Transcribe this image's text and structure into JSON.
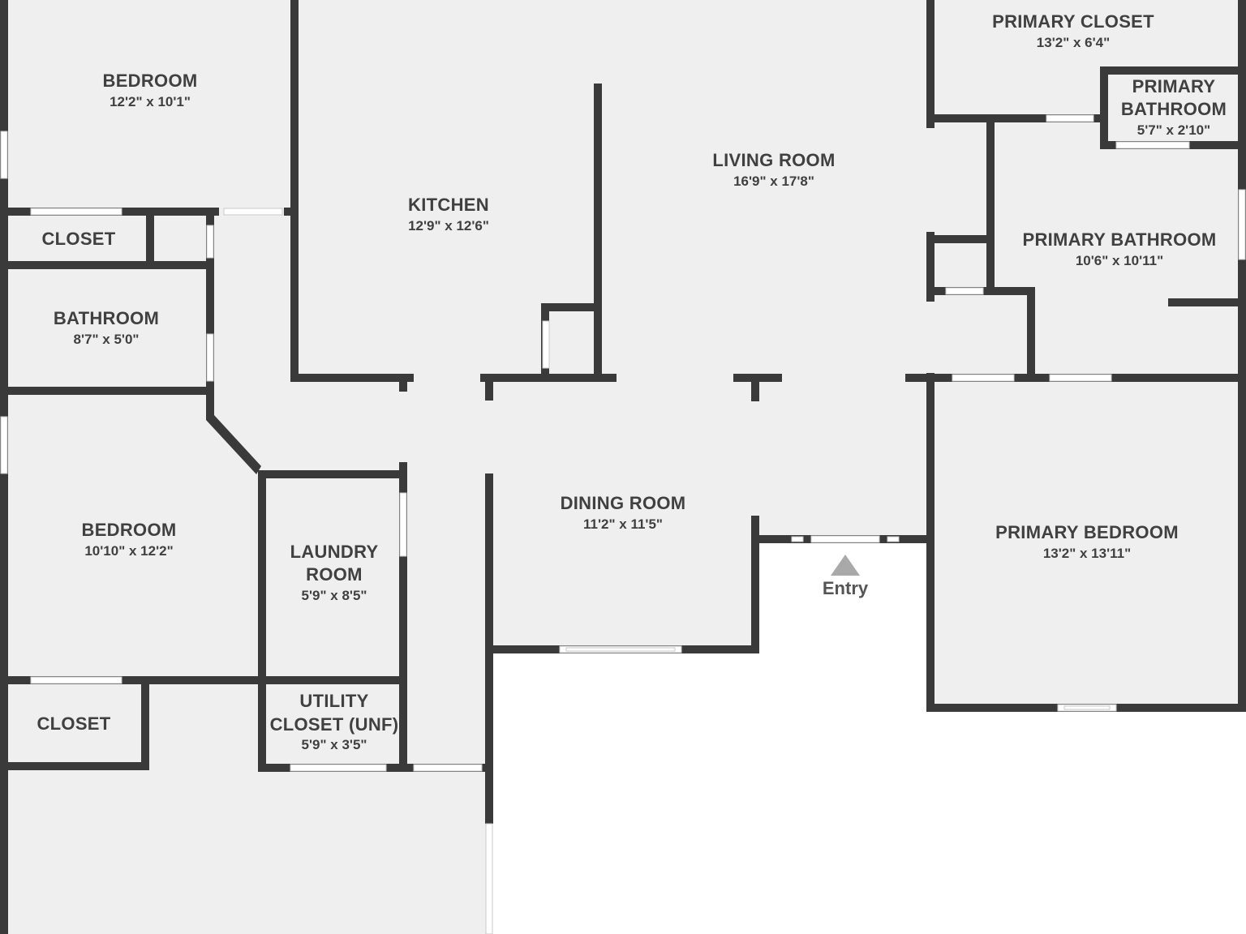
{
  "rooms": {
    "bedroom_top": {
      "name": "BEDROOM",
      "dims": "12'2\" x 10'1\""
    },
    "closet_top": {
      "name": "CLOSET"
    },
    "bathroom": {
      "name": "BATHROOM",
      "dims": "8'7\" x 5'0\""
    },
    "bedroom_mid": {
      "name": "BEDROOM",
      "dims": "10'10\" x 12'2\""
    },
    "closet_bottom": {
      "name": "CLOSET"
    },
    "kitchen": {
      "name": "KITCHEN",
      "dims": "12'9\" x 12'6\""
    },
    "living_room": {
      "name": "LIVING ROOM",
      "dims": "16'9\" x 17'8\""
    },
    "laundry_room": {
      "name_line1": "LAUNDRY",
      "name_line2": "ROOM",
      "dims": "5'9\" x 8'5\""
    },
    "utility_closet": {
      "name_line1": "UTILITY",
      "name_line2": "CLOSET (UNF)",
      "dims": "5'9\" x 3'5\""
    },
    "dining_room": {
      "name": "DINING ROOM",
      "dims": "11'2\" x 11'5\""
    },
    "primary_closet": {
      "name": "PRIMARY CLOSET",
      "dims": "13'2\" x 6'4\""
    },
    "primary_bathroom_small": {
      "name_line1": "PRIMARY",
      "name_line2": "BATHROOM",
      "dims": "5'7\" x 2'10\""
    },
    "primary_bathroom": {
      "name": "PRIMARY BATHROOM",
      "dims": "10'6\" x 10'11\""
    },
    "primary_bedroom": {
      "name": "PRIMARY BEDROOM",
      "dims": "13'2\" x 13'11\""
    }
  },
  "entry": {
    "label": "Entry"
  },
  "colors": {
    "wall": "#3a3a3a",
    "floor": "#efefef",
    "exterior": "#ffffff",
    "text": "#404040"
  }
}
